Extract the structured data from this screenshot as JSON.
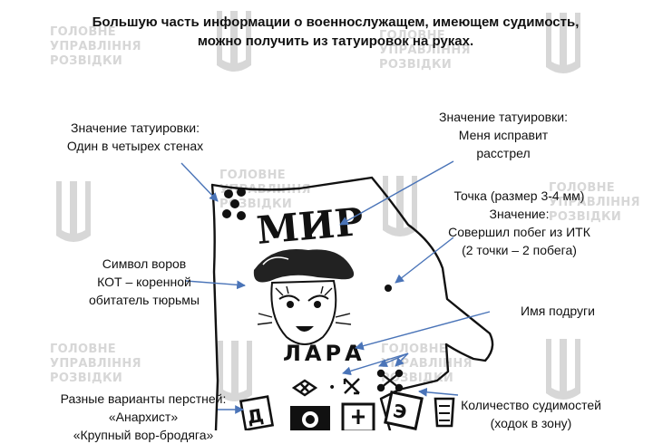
{
  "watermark": {
    "text": "ГОЛОВНЕ\nУПРАВЛІННЯ\nРОЗВІДКИ",
    "icon": "trident-icon",
    "color": "#d7d7d7"
  },
  "heading": "Большую часть информации о военнослужащем, имеющем судимость,\nможно получить из татуировок  на руках.",
  "labels": {
    "four_walls": "Значение татуировки:\nОдин в четырех стенах",
    "execution": "Значение татуировки:\nМеня исправит\nрасстрел",
    "dot": "Точка (размер 3-4 мм)\nЗначение:\nСовершил побег из ИТК\n(2 точки – 2 побега)",
    "cat": "Символ воров\nКОТ – коренной\nобитатель тюрьмы",
    "girlfriend": "Имя подруги",
    "rings": "Разные варианты перстней:\n«Анархист»\n«Крупный вор-бродяга»",
    "convictions": "Количество судимостей\n(ходок в зону)"
  },
  "tattoo": {
    "word_mir": "МИР",
    "name": "ЛАРА",
    "ring_letters": [
      "Д",
      "Э"
    ]
  },
  "colors": {
    "arrow": "#4a74b8",
    "ink": "#111111"
  }
}
